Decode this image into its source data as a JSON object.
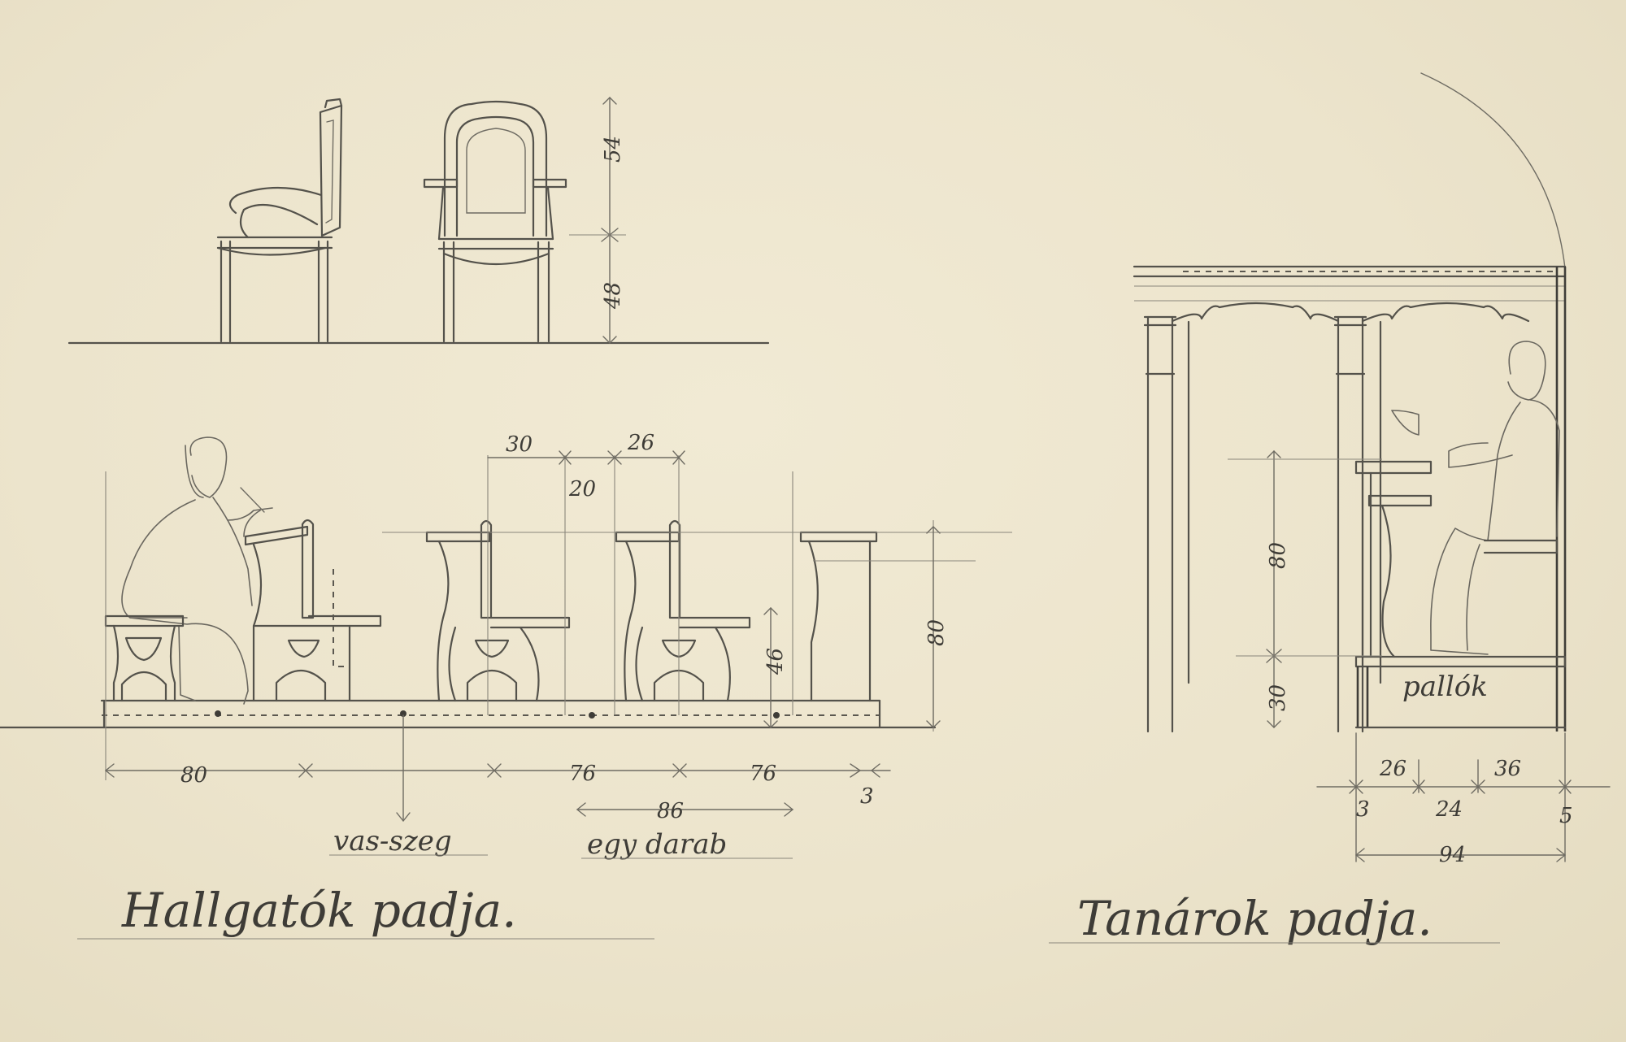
{
  "student_bench": {
    "title": "Hallgatók padja.",
    "label_nail": "vas-szeg",
    "label_piece": "egy darab",
    "chair_dims": {
      "back": "54",
      "seat": "48"
    },
    "desk_dims": {
      "a": "30",
      "b": "26",
      "c": "20"
    },
    "heights": {
      "seat": "46",
      "desk": "80"
    },
    "bottom_dims": {
      "d1": "80",
      "d2": "76",
      "d3": "76",
      "d4": "86",
      "d5": "3"
    }
  },
  "teacher_bench": {
    "title": "Tanárok padja.",
    "label_platform": "pallók",
    "heights": {
      "desk": "80",
      "platform": "30"
    },
    "bottom_dims": {
      "d1": "26",
      "d2": "36",
      "d3": "3",
      "d4": "24",
      "d5": "5",
      "d6": "94"
    }
  }
}
